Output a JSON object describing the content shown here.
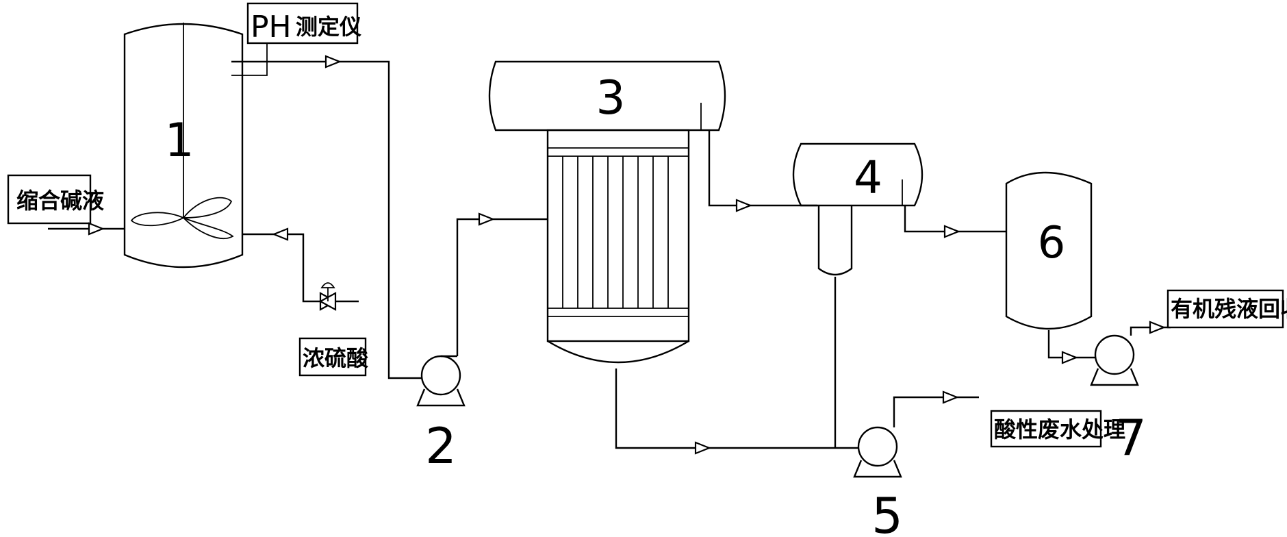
{
  "labels": {
    "ph": "PH",
    "ph_meter": "测定仪",
    "condensation_alkali": "缩合碱液",
    "conc_sulfuric": "浓硫酸",
    "acid_wastewater": "酸性废水处理",
    "organic_residue": "有机残液回收"
  },
  "equipment": {
    "n1": "1",
    "n2": "2",
    "n3": "3",
    "n4": "4",
    "n5": "5",
    "n6": "6",
    "n7": "7"
  }
}
